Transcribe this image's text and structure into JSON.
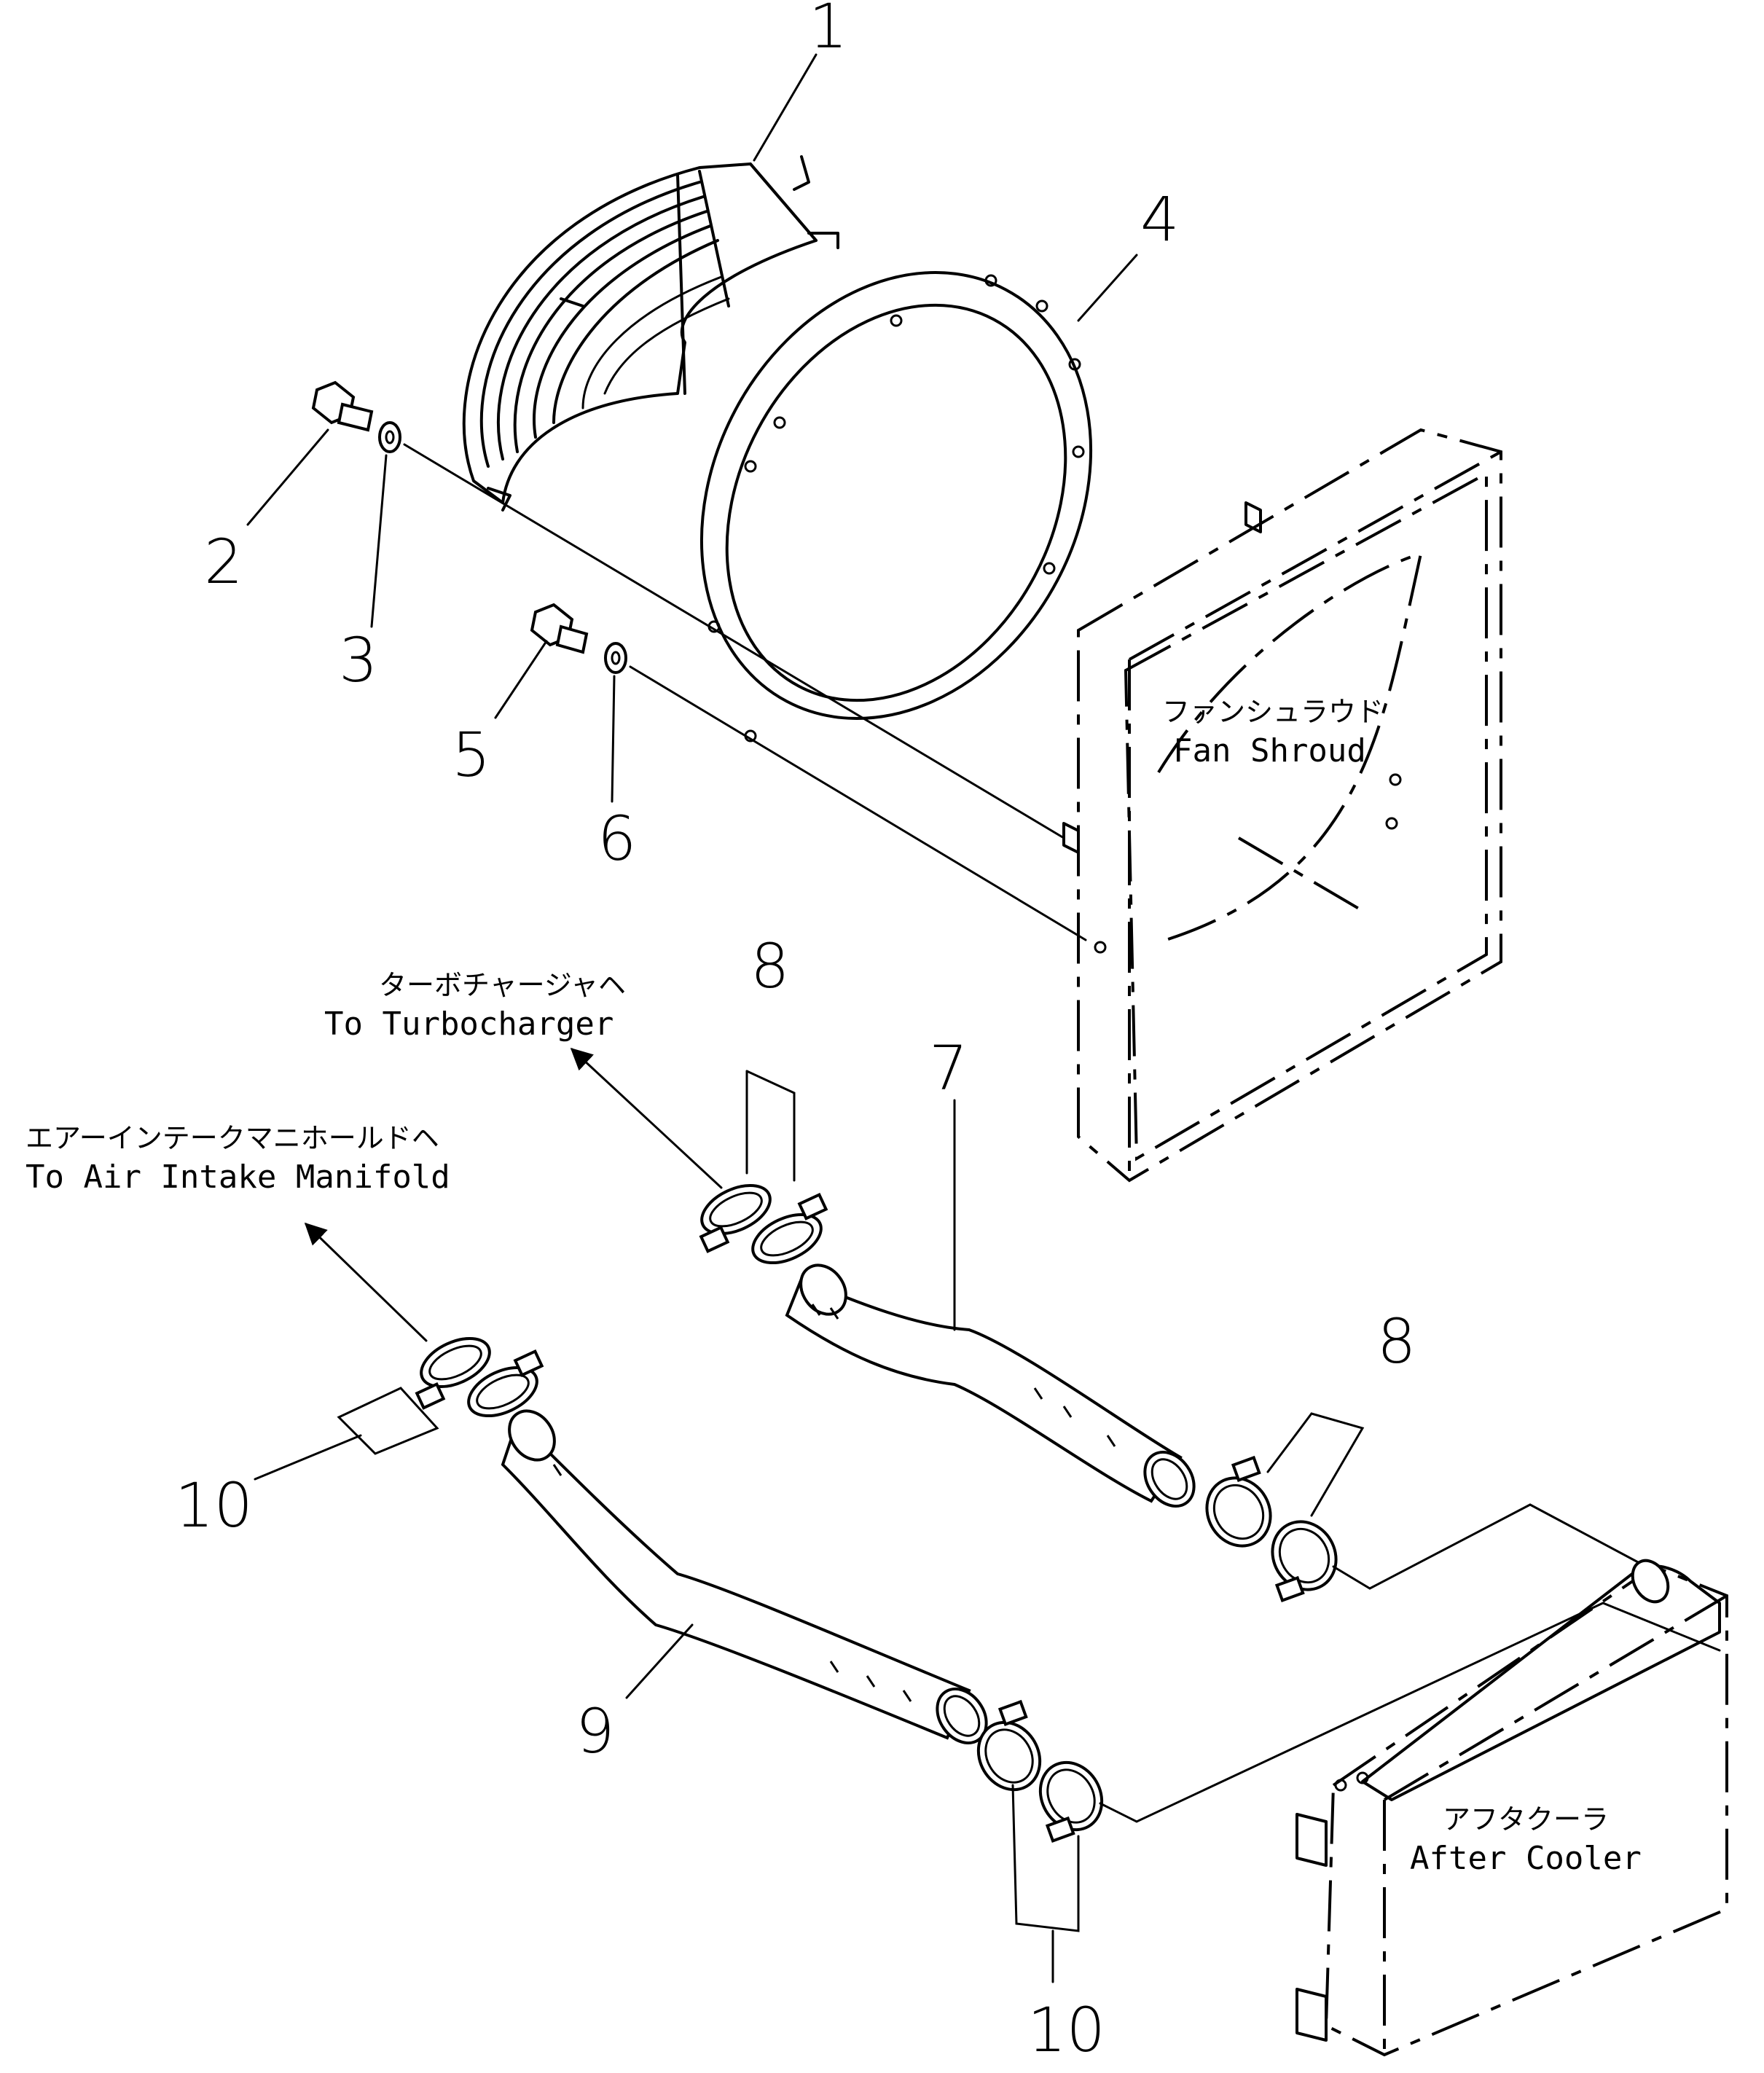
{
  "callouts": {
    "c1": "1",
    "c2": "2",
    "c3": "3",
    "c4": "4",
    "c5": "5",
    "c6": "6",
    "c7": "7",
    "c8a": "8",
    "c8b": "8",
    "c9": "9",
    "c10a": "10",
    "c10b": "10"
  },
  "labels": {
    "fan_shroud_jp": "ファンシュラウド",
    "fan_shroud_en": "Fan Shroud",
    "turbo_jp": "ターボチャージャヘ",
    "turbo_en": "To Turbocharger",
    "manifold_jp": "エアーインテークマニホールドヘ",
    "manifold_en": "To Air Intake Manifold",
    "aftercooler_jp": "アフタクーラ",
    "aftercooler_en": "After Cooler"
  }
}
